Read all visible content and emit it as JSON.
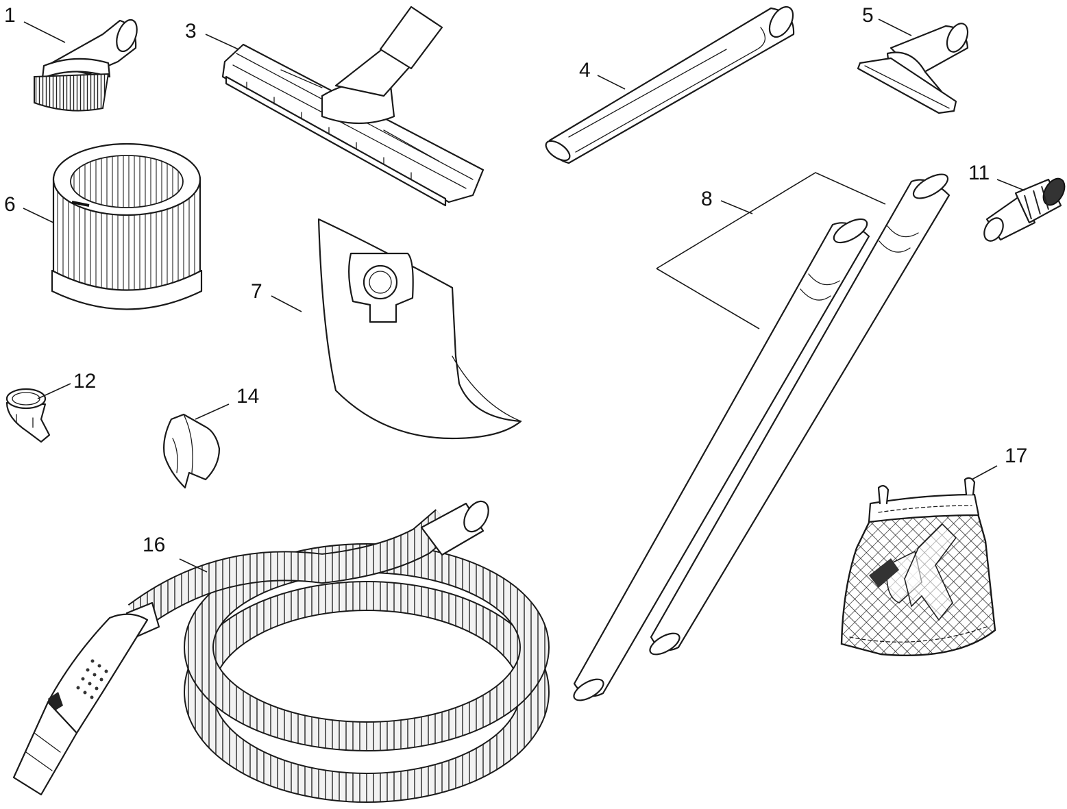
{
  "parts": [
    {
      "id": "part-1",
      "label": "1"
    },
    {
      "id": "part-3",
      "label": "3"
    },
    {
      "id": "part-4",
      "label": "4"
    },
    {
      "id": "part-5",
      "label": "5"
    },
    {
      "id": "part-6",
      "label": "6"
    },
    {
      "id": "part-7",
      "label": "7"
    },
    {
      "id": "part-8",
      "label": "8"
    },
    {
      "id": "part-11",
      "label": "11"
    },
    {
      "id": "part-12",
      "label": "12"
    },
    {
      "id": "part-14",
      "label": "14"
    },
    {
      "id": "part-16",
      "label": "16"
    },
    {
      "id": "part-17",
      "label": "17"
    }
  ],
  "colors": {
    "line": "#1a1a1a",
    "background": "#ffffff"
  }
}
